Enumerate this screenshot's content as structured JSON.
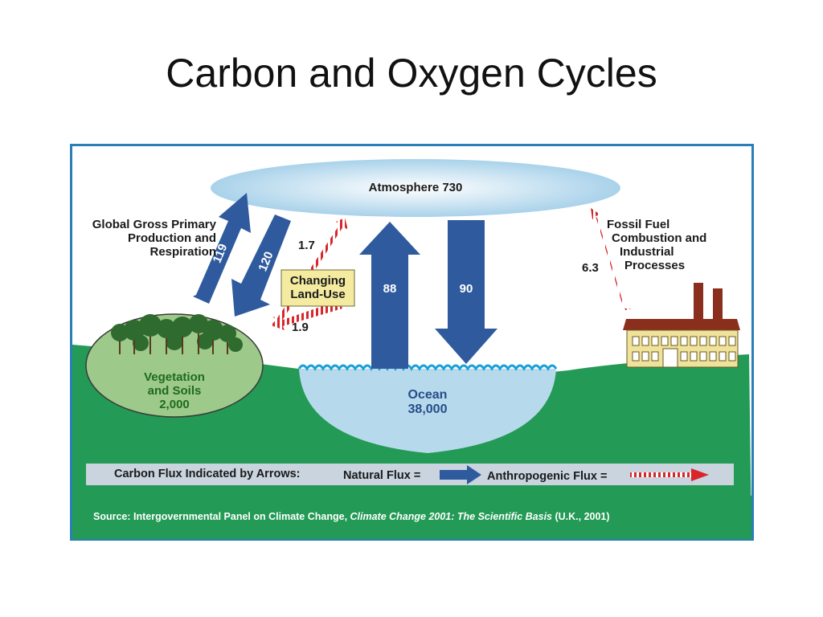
{
  "slide": {
    "title": "Carbon and Oxygen Cycles"
  },
  "reservoirs": {
    "atmosphere": "Atmosphere 730",
    "vegetation": [
      "Vegetation",
      "and Soils",
      "2,000"
    ],
    "ocean": [
      "Ocean",
      "38,000"
    ]
  },
  "fluxes": {
    "gpp_label": [
      "Global Gross Primary",
      "Production and",
      "Respiration"
    ],
    "gpp_up": "119",
    "gpp_down": "120",
    "landuse_label": [
      "Changing",
      "Land-Use"
    ],
    "landuse_up": "1.7",
    "landuse_down": "1.9",
    "ocean_up": "88",
    "ocean_down": "90",
    "fossil_label": [
      "Fossil Fuel",
      "Combustion and",
      "Industrial",
      "Processes"
    ],
    "fossil_value": "6.3"
  },
  "legend": {
    "prefix": "Carbon Flux Indicated by Arrows:",
    "natural": "Natural Flux =",
    "anthropogenic": "Anthropogenic Flux ="
  },
  "source": {
    "prefix": "Source: Intergovernmental Panel on Climate Change, ",
    "work": "Climate Change 2001: The Scientific Basis",
    "suffix": " (U.K., 2001)"
  },
  "colors": {
    "frame": "#2a7fb8",
    "sky": "#ffffff",
    "land": "#239a55",
    "natural_arrow": "#2f5b9e",
    "anthropogenic_arrow": "#d9262b",
    "ocean": "#b7d9ec",
    "legend_bar": "#c9d4de",
    "label_box": "#f4eba0"
  }
}
